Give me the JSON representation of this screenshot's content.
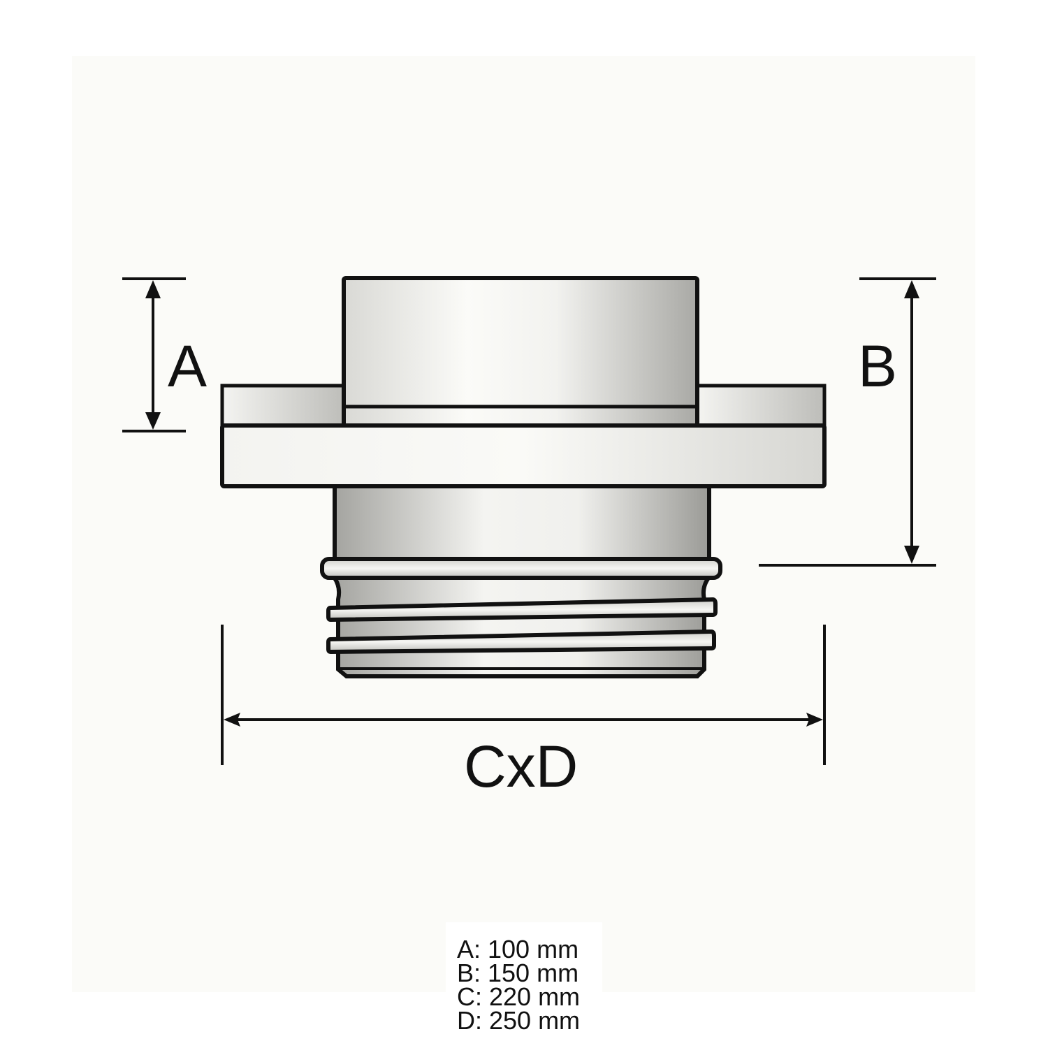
{
  "diagram": {
    "title": "Flanged threaded adapter dimension drawing",
    "labels": {
      "A": "A",
      "B": "B",
      "CxD": "CxD"
    },
    "colors": {
      "background": "#fbfbf8",
      "outline": "#111111",
      "part_light": "#f7f7f4",
      "part_shade": "#9a9a96"
    }
  },
  "legend": {
    "items": [
      {
        "key": "A",
        "text": "A: 100 mm",
        "value": 100,
        "unit": "mm"
      },
      {
        "key": "B",
        "text": "B: 150 mm",
        "value": 150,
        "unit": "mm"
      },
      {
        "key": "C",
        "text": "C: 220 mm",
        "value": 220,
        "unit": "mm"
      },
      {
        "key": "D",
        "text": "D: 250 mm",
        "value": 250,
        "unit": "mm"
      }
    ]
  }
}
